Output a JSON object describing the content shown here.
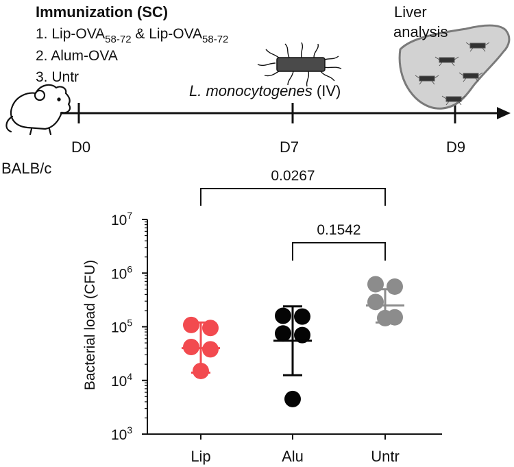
{
  "schematic": {
    "immunization_title": "Immunization (SC)",
    "groups": [
      {
        "num": "1.",
        "parts": [
          "Lip-OVA",
          "58-72",
          " & Lip-OVA",
          "58-72"
        ]
      },
      {
        "num": "2.",
        "label": "Alum-OVA"
      },
      {
        "num": "3.",
        "label": "Untr"
      }
    ],
    "pathogen_italic": "L. monocytogenes",
    "pathogen_route": " (IV)",
    "liver_line1": "Liver",
    "liver_line2": "analysis",
    "mouse_label": "BALB/c",
    "timepoints": [
      "D0",
      "D7",
      "D9"
    ]
  },
  "chart_data": {
    "type": "scatter",
    "ylabel": "Bacterial load (CFU)",
    "yscale": "log",
    "ylim": [
      1000,
      10000000
    ],
    "ytick_base": "10",
    "ytick_exponents": [
      "3",
      "4",
      "5",
      "6",
      "7"
    ],
    "categories": [
      "Lip",
      "Alu",
      "Untr"
    ],
    "colors": [
      "#f24a4f",
      "#050505",
      "#8c8c8c"
    ],
    "series": [
      {
        "points": [
          108000,
          95000,
          42000,
          38000,
          15000
        ],
        "mean": 40000,
        "err_low": 14000,
        "err_high": 120000
      },
      {
        "points": [
          160000,
          155000,
          75000,
          70000,
          4500
        ],
        "mean": 55000,
        "err_low": 12500,
        "err_high": 240000
      },
      {
        "points": [
          620000,
          560000,
          290000,
          150000,
          145000
        ],
        "mean": 250000,
        "err_low": 120000,
        "err_high": 500000
      }
    ],
    "comparisons": [
      {
        "from": 0,
        "to": 2,
        "p": "0.0267"
      },
      {
        "from": 1,
        "to": 2,
        "p": "0.1542"
      }
    ]
  }
}
